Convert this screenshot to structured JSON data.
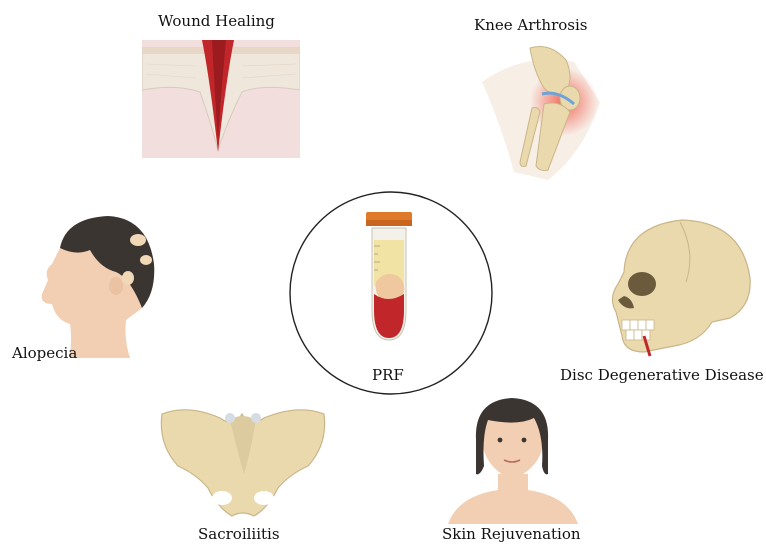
{
  "center": {
    "label": "PRF"
  },
  "applications": [
    {
      "label": "Wound Healing"
    },
    {
      "label": "Knee Arthrosis"
    },
    {
      "label": "Alopecia"
    },
    {
      "label": "Disc Degenerative Disease"
    },
    {
      "label": "Sacroiliitis"
    },
    {
      "label": "Skin Rejuvenation"
    }
  ],
  "colors": {
    "blood": "#c0262a",
    "plasma": "#f1e3a4",
    "cap": "#e07a2b",
    "bone": "#ebd9ae",
    "skin": "#f2cfb2",
    "hair": "#3b3532"
  }
}
